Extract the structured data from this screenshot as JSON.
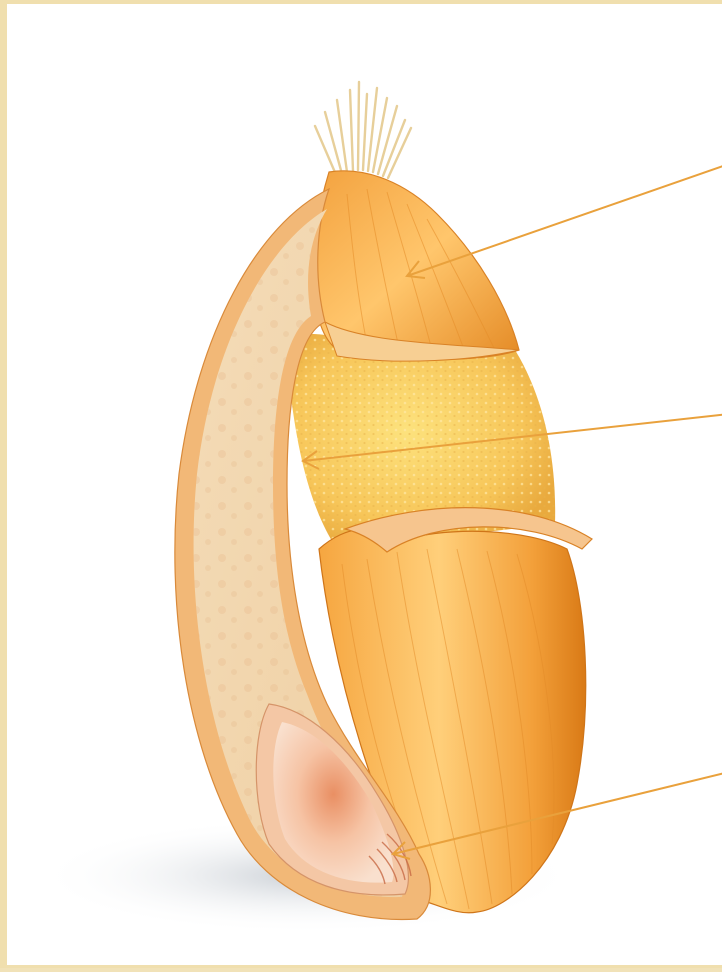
{
  "diagram": {
    "subject": "wheat-kernel-cross-section",
    "parts": [
      {
        "id": "bran",
        "label": ""
      },
      {
        "id": "endosperm",
        "label": ""
      },
      {
        "id": "germ",
        "label": ""
      }
    ],
    "colors": {
      "frame": "#f0dfae",
      "background": "#ffffff",
      "leader_line": "#e9a13c",
      "bran_light": "#ffd17f",
      "bran_mid": "#f3a23f",
      "bran_dark": "#d97a16",
      "endosperm": "#f7c659",
      "cut_face": "#f2d7b0",
      "germ": "#f5c7aa"
    }
  }
}
